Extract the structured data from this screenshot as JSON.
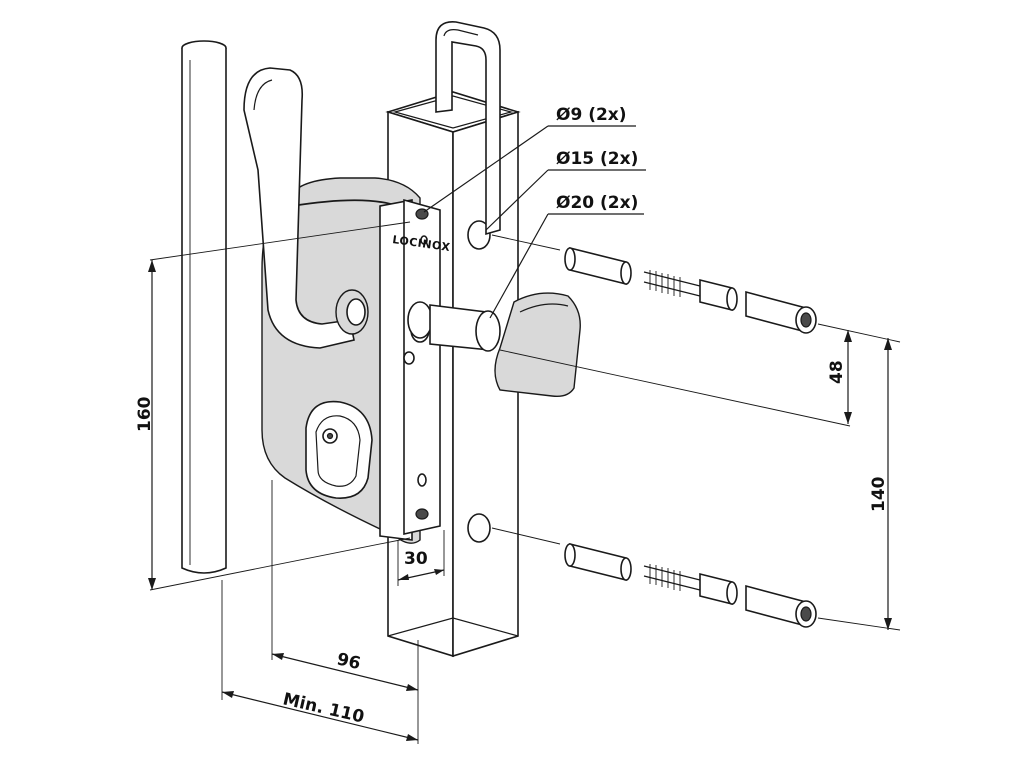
{
  "diagram": {
    "brand": "LOCINOX",
    "callouts": {
      "hole_9": "Ø9 (2x)",
      "hole_15": "Ø15 (2x)",
      "hole_20": "Ø20 (2x)"
    },
    "dimensions": {
      "height_160": "160",
      "spacing_48": "48",
      "spacing_140": "140",
      "width_30": "30",
      "width_96": "96",
      "min_110": "Min. 110"
    },
    "colors": {
      "line": "#1a1a1a",
      "body_fill": "#d9d9d9",
      "background": "#ffffff"
    }
  }
}
